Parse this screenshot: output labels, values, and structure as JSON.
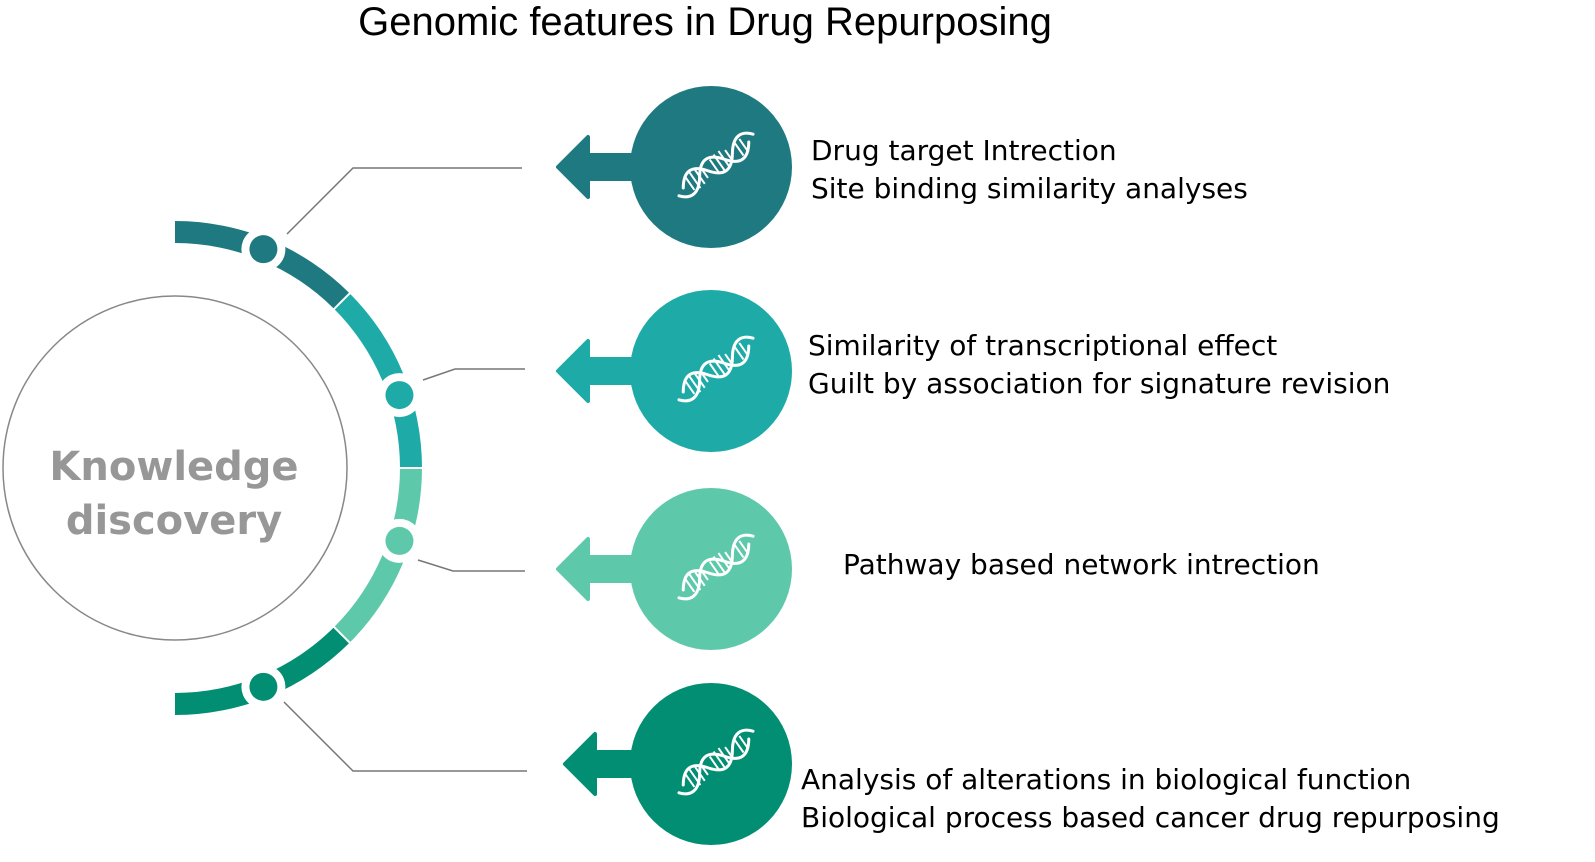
{
  "title": "Genomic features in Drug Repurposing",
  "center": {
    "line1": "Knowledge",
    "line2": "discovery"
  },
  "colors": {
    "feature1": "#1e7a80",
    "feature2": "#1eaba8",
    "feature3": "#5ec9aa",
    "feature4": "#028e72",
    "connector": "#777777",
    "center_outline": "#888888",
    "center_text": "#979797",
    "icon": "#ffffff"
  },
  "features": [
    {
      "icon": "dna-icon",
      "lines": [
        "Drug target Intrection",
        "Site binding similarity analyses"
      ]
    },
    {
      "icon": "dna-icon",
      "lines": [
        "Similarity of transcriptional effect",
        "Guilt by association for signature revision"
      ]
    },
    {
      "icon": "dna-icon",
      "lines": [
        "Pathway based network intrection"
      ]
    },
    {
      "icon": "dna-icon",
      "lines": [
        "Analysis of alterations in biological function",
        "Biological process based cancer drug repurposing"
      ]
    }
  ]
}
